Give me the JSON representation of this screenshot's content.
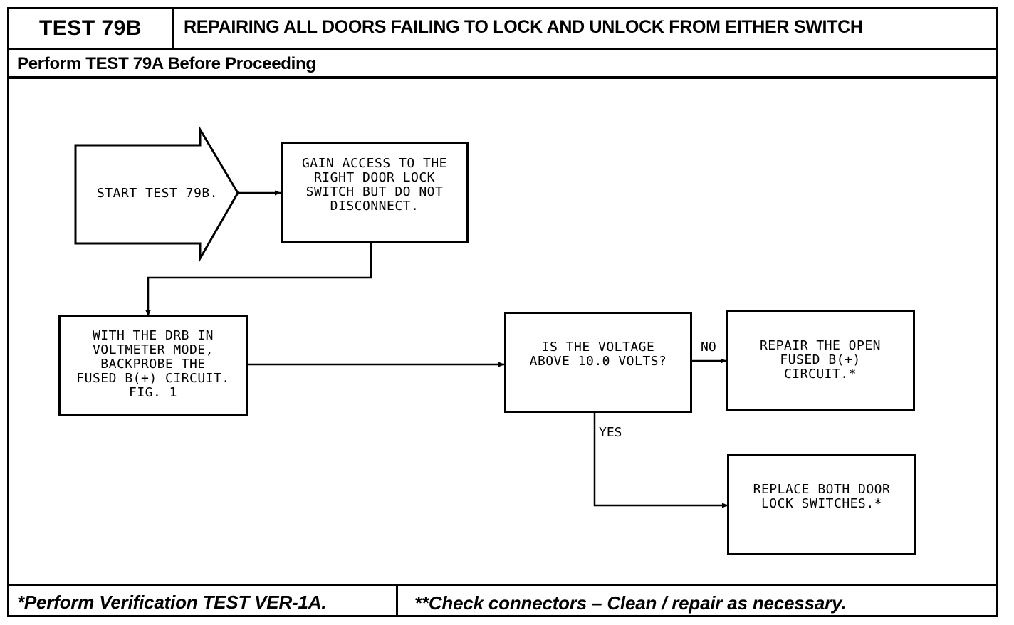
{
  "header": {
    "test_id": "TEST 79B",
    "title": "REPAIRING ALL DOORS FAILING TO LOCK AND UNLOCK FROM EITHER SWITCH",
    "prerequisite": "Perform TEST 79A Before Proceeding"
  },
  "flowchart": {
    "start": "START TEST 79B.",
    "access": "GAIN ACCESS TO THE\nRIGHT DOOR LOCK\nSWITCH BUT DO NOT\nDISCONNECT.",
    "measure": "WITH THE DRB IN\nVOLTMETER MODE,\nBACKPROBE THE\nFUSED B(+) CIRCUIT.\nFIG. 1",
    "decision": "IS THE VOLTAGE\nABOVE 10.0 VOLTS?",
    "repair_open": "REPAIR THE OPEN\nFUSED B(+)\nCIRCUIT.*",
    "replace_switches": "REPLACE BOTH DOOR\nLOCK SWITCHES.*",
    "label_no": "NO",
    "label_yes": "YES"
  },
  "footer": {
    "left_note": "*Perform Verification TEST VER-1A.",
    "right_note": "**Check connectors – Clean / repair as necessary."
  }
}
